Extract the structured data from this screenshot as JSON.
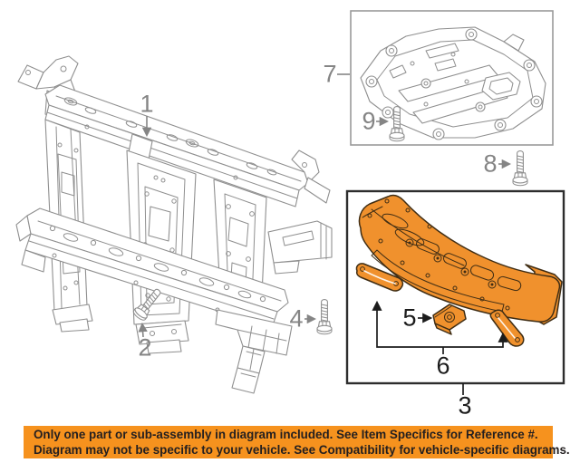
{
  "theme": {
    "page_bg": "#ffffff",
    "line_art_gray": "#8f8f8f",
    "callout_gray": "#858585",
    "callout_dark": "#1c1c1c",
    "part_orange": "#f0912d",
    "part_outline": "#3f2d14",
    "box7_border": "#9a9a9a",
    "box3_border": "#2d2d2d",
    "disclaimer_bg": "#f6921e",
    "disclaimer_text": "#231f20"
  },
  "callouts": {
    "c1": "1",
    "c2": "2",
    "c3": "3",
    "c4": "4",
    "c5": "5",
    "c6": "6",
    "c7": "7",
    "c8": "8",
    "c9": "9"
  },
  "disclaimer": {
    "line1": "Only one part or sub-assembly in diagram included. See Item Specifics for Reference #.",
    "line2": "Diagram may not be specific to your vehicle. See Compatibility for vehicle-specific diagrams."
  }
}
